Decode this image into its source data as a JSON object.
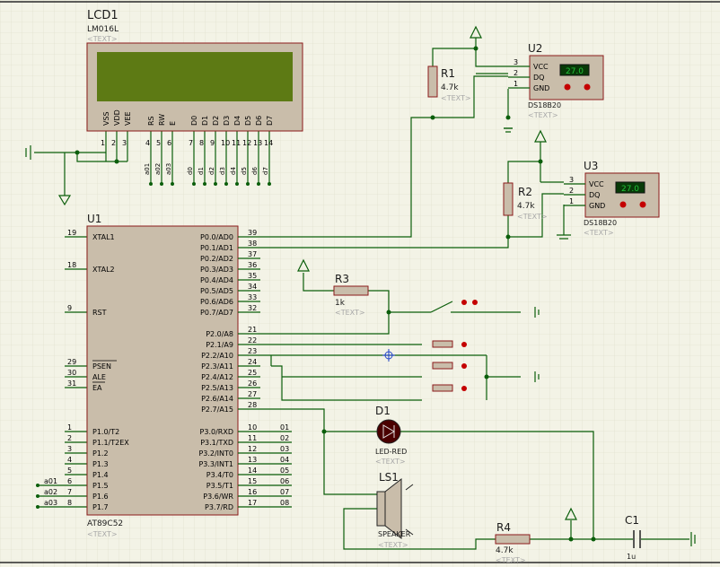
{
  "lcd": {
    "ref": "LCD1",
    "model": "LM016L",
    "text_tag": "<TEXT>",
    "pin_names": [
      "VSS",
      "VDD",
      "VEE",
      "RS",
      "RW",
      "E",
      "D0",
      "D1",
      "D2",
      "D3",
      "D4",
      "D5",
      "D6",
      "D7"
    ],
    "pin_numbers": [
      "1",
      "2",
      "3",
      "4",
      "5",
      "6",
      "7",
      "8",
      "9",
      "10",
      "11",
      "12",
      "13",
      "14"
    ],
    "bus_labels": [
      "a01",
      "a02",
      "a03",
      "d0",
      "d1",
      "d2",
      "d3",
      "d4",
      "d5",
      "d6",
      "d7"
    ]
  },
  "mcu": {
    "ref": "U1",
    "model": "AT89C52",
    "text_tag": "<TEXT>",
    "left_pins": [
      {
        "name": "XTAL1",
        "num": "19"
      },
      {
        "name": "XTAL2",
        "num": "18"
      },
      {
        "name": "RST",
        "num": "9"
      },
      {
        "name": "PSEN",
        "num": "29"
      },
      {
        "name": "ALE",
        "num": "30"
      },
      {
        "name": "EA",
        "num": "31"
      },
      {
        "name": "P1.0/T2",
        "num": "1"
      },
      {
        "name": "P1.1/T2EX",
        "num": "2"
      },
      {
        "name": "P1.2",
        "num": "3"
      },
      {
        "name": "P1.3",
        "num": "4"
      },
      {
        "name": "P1.4",
        "num": "5"
      },
      {
        "name": "P1.5",
        "num": "6"
      },
      {
        "name": "P1.6",
        "num": "7"
      },
      {
        "name": "P1.7",
        "num": "8"
      }
    ],
    "right_pins": [
      {
        "name": "P0.0/AD0",
        "num": "39"
      },
      {
        "name": "P0.1/AD1",
        "num": "38"
      },
      {
        "name": "P0.2/AD2",
        "num": "37"
      },
      {
        "name": "P0.3/AD3",
        "num": "36"
      },
      {
        "name": "P0.4/AD4",
        "num": "35"
      },
      {
        "name": "P0.5/AD5",
        "num": "34"
      },
      {
        "name": "P0.6/AD6",
        "num": "33"
      },
      {
        "name": "P0.7/AD7",
        "num": "32"
      },
      {
        "name": "P2.0/A8",
        "num": "21"
      },
      {
        "name": "P2.1/A9",
        "num": "22"
      },
      {
        "name": "P2.2/A10",
        "num": "23"
      },
      {
        "name": "P2.3/A11",
        "num": "24"
      },
      {
        "name": "P2.4/A12",
        "num": "25"
      },
      {
        "name": "P2.5/A13",
        "num": "26"
      },
      {
        "name": "P2.6/A14",
        "num": "27"
      },
      {
        "name": "P2.7/A15",
        "num": "28"
      },
      {
        "name": "P3.0/RXD",
        "num": "10"
      },
      {
        "name": "P3.1/TXD",
        "num": "11"
      },
      {
        "name": "P3.2/INT0",
        "num": "12"
      },
      {
        "name": "P3.3/INT1",
        "num": "13"
      },
      {
        "name": "P3.4/T0",
        "num": "14"
      },
      {
        "name": "P3.5/T1",
        "num": "15"
      },
      {
        "name": "P3.6/WR",
        "num": "16"
      },
      {
        "name": "P3.7/RD",
        "num": "17"
      }
    ],
    "p3_net_labels": [
      "01",
      "02",
      "03",
      "04",
      "05",
      "06",
      "07",
      "08"
    ],
    "p1_net_labels": [
      "a01",
      "a02",
      "a03"
    ]
  },
  "sensors": [
    {
      "ref": "U2",
      "model": "DS18B20",
      "text_tag": "<TEXT>",
      "reading": "27.0",
      "pins": [
        {
          "name": "VCC",
          "num": "3"
        },
        {
          "name": "DQ",
          "num": "2"
        },
        {
          "name": "GND",
          "num": "1"
        }
      ]
    },
    {
      "ref": "U3",
      "model": "DS18B20",
      "text_tag": "<TEXT>",
      "reading": "27.0",
      "pins": [
        {
          "name": "VCC",
          "num": "3"
        },
        {
          "name": "DQ",
          "num": "2"
        },
        {
          "name": "GND",
          "num": "1"
        }
      ]
    }
  ],
  "resistors": {
    "r1": {
      "ref": "R1",
      "value": "4.7k",
      "text_tag": "<TEXT>"
    },
    "r2": {
      "ref": "R2",
      "value": "4.7k",
      "text_tag": "<TEXT>"
    },
    "r3": {
      "ref": "R3",
      "value": "1k",
      "text_tag": "<TEXT>"
    },
    "r4": {
      "ref": "R4",
      "value": "4.7k",
      "text_tag": "<TEXT>"
    }
  },
  "led": {
    "ref": "D1",
    "model": "LED-RED",
    "text_tag": "<TEXT>"
  },
  "speaker": {
    "ref": "LS1",
    "model": "SPEAKER",
    "text_tag": "<TEXT>"
  },
  "capacitor": {
    "ref": "C1",
    "value": "1u"
  },
  "colors": {
    "background": "#f3f3e6",
    "grid": "#dcdcc8",
    "wire": "#0b5e0b",
    "body": "#c9bdaa",
    "outline": "#8b1a1a",
    "text": "#1a1a1a",
    "pin_text": "#000000",
    "hidden_text": "#a8a8a8",
    "lcd_screen": "#5d7a14",
    "display": "#23c23a",
    "pin_dot": "#c40000"
  }
}
